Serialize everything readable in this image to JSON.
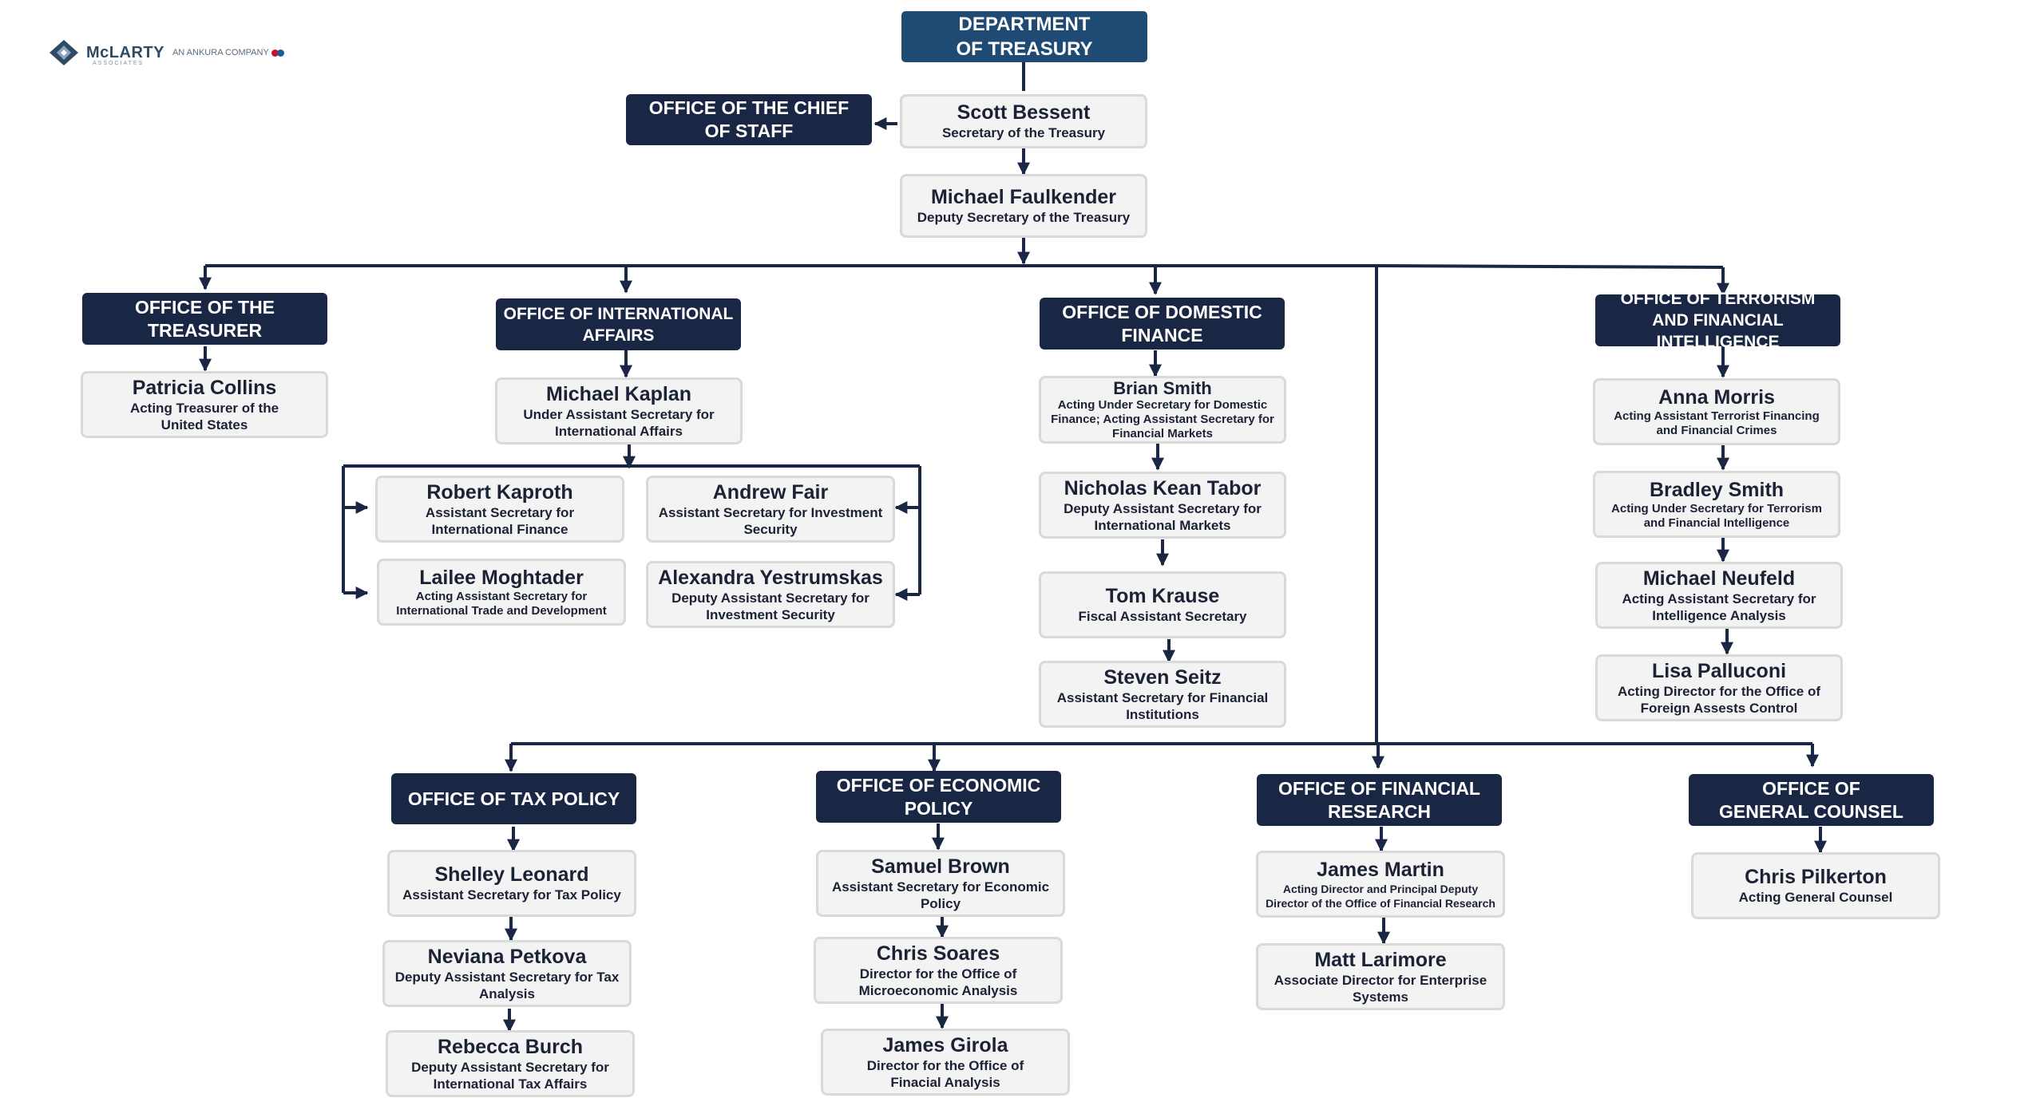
{
  "logo": {
    "wordmark": "McLARTY",
    "associates": "ASSOCIATES",
    "tagline": "AN ANKURA COMPANY",
    "colors": {
      "mark": "#2f4a63",
      "dot1": "#c8102e",
      "dot2": "#1b5e96"
    }
  },
  "colors": {
    "top": "#1e4a74",
    "office": "#1a2744",
    "person_bg": "#f3f3f3",
    "person_border": "#d9d9d9",
    "line": "#1a2744"
  },
  "department": "DEPARTMENT OF TREASURY",
  "chief_of_staff": "OFFICE OF THE CHIEF OF STAFF",
  "secretary": {
    "name": "Scott Bessent",
    "title": "Secretary of the Treasury"
  },
  "deputy": {
    "name": "Michael Faulkender",
    "title": "Deputy Secretary of the Treasury"
  },
  "offices": {
    "treasurer": {
      "label": "OFFICE OF THE TREASURER",
      "people": [
        {
          "name": "Patricia Collins",
          "title": "Acting Treasurer of the United States"
        }
      ]
    },
    "international": {
      "label": "OFFICE OF INTERNATIONAL AFFAIRS",
      "head": {
        "name": "Michael Kaplan",
        "title": "Under Assistant Secretary for International Affairs"
      },
      "people": [
        {
          "name": "Robert Kaproth",
          "title": "Assistant Secretary for International Finance"
        },
        {
          "name": "Andrew Fair",
          "title": "Assistant Secretary for Investment Security"
        },
        {
          "name": "Lailee Moghtader",
          "title": "Acting Assistant Secretary for International Trade and Development"
        },
        {
          "name": "Alexandra Yestrumskas",
          "title": "Deputy Assistant Secretary for Investment Security"
        }
      ]
    },
    "domestic": {
      "label": "OFFICE OF DOMESTIC FINANCE",
      "people": [
        {
          "name": "Brian Smith",
          "title": "Acting Under Secretary for Domestic Finance; Acting Assistant Secretary for Financial Markets"
        },
        {
          "name": "Nicholas Kean Tabor",
          "title": "Deputy Assistant Secretary for International Markets"
        },
        {
          "name": "Tom Krause",
          "title": "Fiscal Assistant Secretary"
        },
        {
          "name": "Steven Seitz",
          "title": "Assistant Secretary for Financial Institutions"
        }
      ]
    },
    "terrorism": {
      "label": "OFFICE OF TERRORISM AND FINANCIAL INTELLIGENCE",
      "people": [
        {
          "name": "Anna Morris",
          "title": "Acting Assistant Terrorist Financing and Financial Crimes"
        },
        {
          "name": "Bradley Smith",
          "title": "Acting Under Secretary for Terrorism and Financial Intelligence"
        },
        {
          "name": "Michael Neufeld",
          "title": "Acting Assistant Secretary for Intelligence Analysis"
        },
        {
          "name": "Lisa Palluconi",
          "title": "Acting Director for the Office of Foreign Assests Control"
        }
      ]
    },
    "tax": {
      "label": "OFFICE OF TAX POLICY",
      "people": [
        {
          "name": "Shelley Leonard",
          "title": "Assistant Secretary for Tax Policy"
        },
        {
          "name": "Neviana Petkova",
          "title": "Deputy Assistant Secretary for Tax Analysis"
        },
        {
          "name": "Rebecca Burch",
          "title": "Deputy Assistant Secretary for International Tax Affairs"
        }
      ]
    },
    "economic": {
      "label": "OFFICE OF ECONOMIC POLICY",
      "people": [
        {
          "name": "Samuel Brown",
          "title": "Assistant Secretary for Economic Policy"
        },
        {
          "name": "Chris Soares",
          "title": "Director for the Office of Microeconomic Analysis"
        },
        {
          "name": "James Girola",
          "title": "Director for the Office of Finacial Analysis"
        }
      ]
    },
    "research": {
      "label": "OFFICE OF FINANCIAL RESEARCH",
      "people": [
        {
          "name": "James Martin",
          "title": "Acting Director and Principal Deputy Director of the Office of Financial Research"
        },
        {
          "name": "Matt Larimore",
          "title": "Associate Director for Enterprise Systems"
        }
      ]
    },
    "counsel": {
      "label": "OFFICE OF GENERAL COUNSEL",
      "people": [
        {
          "name": "Chris Pilkerton",
          "title": "Acting General Counsel"
        }
      ]
    }
  }
}
